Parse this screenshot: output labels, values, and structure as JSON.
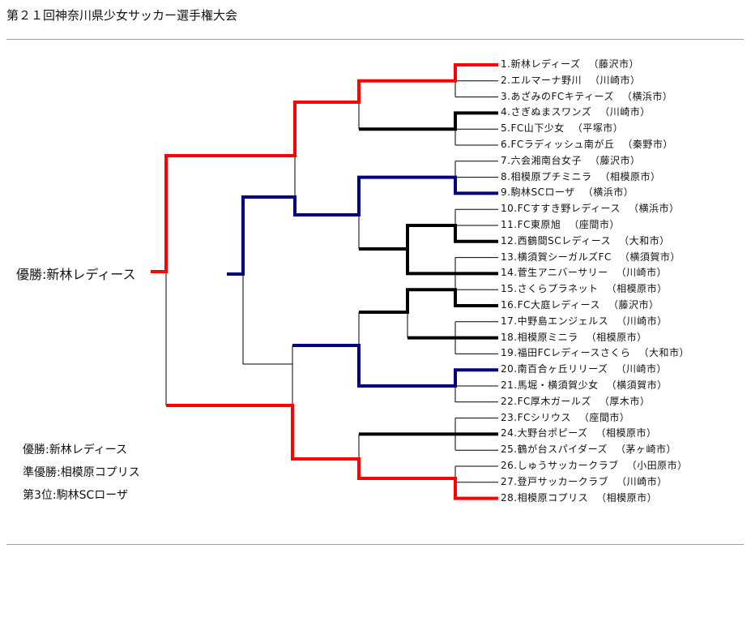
{
  "title": "第２１回神奈川県少女サッカー選手権大会",
  "champion_label": "優勝:新林レディース",
  "results": [
    {
      "text": "優勝:新林レディース"
    },
    {
      "text": "準優勝:相模原コプリス"
    },
    {
      "text": "第3位:駒林SCローザ"
    }
  ],
  "colors": {
    "winner": "#ff0000",
    "third": "#000080",
    "advance": "#000000"
  },
  "teams": [
    {
      "num": "1.",
      "name": "新林レディーズ",
      "city": "（藤沢市）"
    },
    {
      "num": "2.",
      "name": "エルマーナ野川",
      "city": "（川崎市）"
    },
    {
      "num": "3.",
      "name": "あざみのFCキティーズ",
      "city": "（横浜市）"
    },
    {
      "num": "4.",
      "name": "さぎぬまスワンズ",
      "city": "（川崎市）"
    },
    {
      "num": "5.",
      "name": "FC山下少女",
      "city": "（平塚市）"
    },
    {
      "num": "6.",
      "name": "FCラディッシュ南が丘",
      "city": "（秦野市）"
    },
    {
      "num": "7.",
      "name": "六会湘南台女子",
      "city": "（藤沢市）"
    },
    {
      "num": "8.",
      "name": "相模原プチミニラ",
      "city": "（相模原市）"
    },
    {
      "num": "9.",
      "name": "駒林SCローザ",
      "city": "（横浜市）"
    },
    {
      "num": "10.",
      "name": "FCすすき野レディース",
      "city": "（横浜市）"
    },
    {
      "num": "11.",
      "name": "FC東原旭",
      "city": "（座間市）"
    },
    {
      "num": "12.",
      "name": "西鶴間SCレディース",
      "city": "（大和市）"
    },
    {
      "num": "13.",
      "name": "横須賀シーガルズFC",
      "city": "（横須賀市）"
    },
    {
      "num": "14.",
      "name": "菅生アニバーサリー",
      "city": "（川崎市）"
    },
    {
      "num": "15.",
      "name": "さくらプラネット",
      "city": "（相模原市）"
    },
    {
      "num": "16.",
      "name": "FC大庭レディース",
      "city": "（藤沢市）"
    },
    {
      "num": "17.",
      "name": "中野島エンジェルス",
      "city": "（川崎市）"
    },
    {
      "num": "18.",
      "name": "相模原ミニラ",
      "city": "（相模原市）"
    },
    {
      "num": "19.",
      "name": "福田FCレディースさくら",
      "city": "（大和市）"
    },
    {
      "num": "20.",
      "name": "南百合ヶ丘リリーズ",
      "city": "（川崎市）"
    },
    {
      "num": "21.",
      "name": "馬堀・横須賀少女",
      "city": "（横須賀市）"
    },
    {
      "num": "22.",
      "name": "FC厚木ガールズ",
      "city": "（厚木市）"
    },
    {
      "num": "23.",
      "name": "FCシリウス",
      "city": "（座間市）"
    },
    {
      "num": "24.",
      "name": "大野台ポピーズ",
      "city": "（相模原市）"
    },
    {
      "num": "25.",
      "name": "鶴が台スパイダーズ",
      "city": "（茅ヶ崎市）"
    },
    {
      "num": "26.",
      "name": "しゅうサッカークラブ",
      "city": "（小田原市）"
    },
    {
      "num": "27.",
      "name": "登戸サッカークラブ",
      "city": "（川崎市）"
    },
    {
      "num": "28.",
      "name": "相模原コプリス",
      "city": "（相模原市）"
    }
  ]
}
